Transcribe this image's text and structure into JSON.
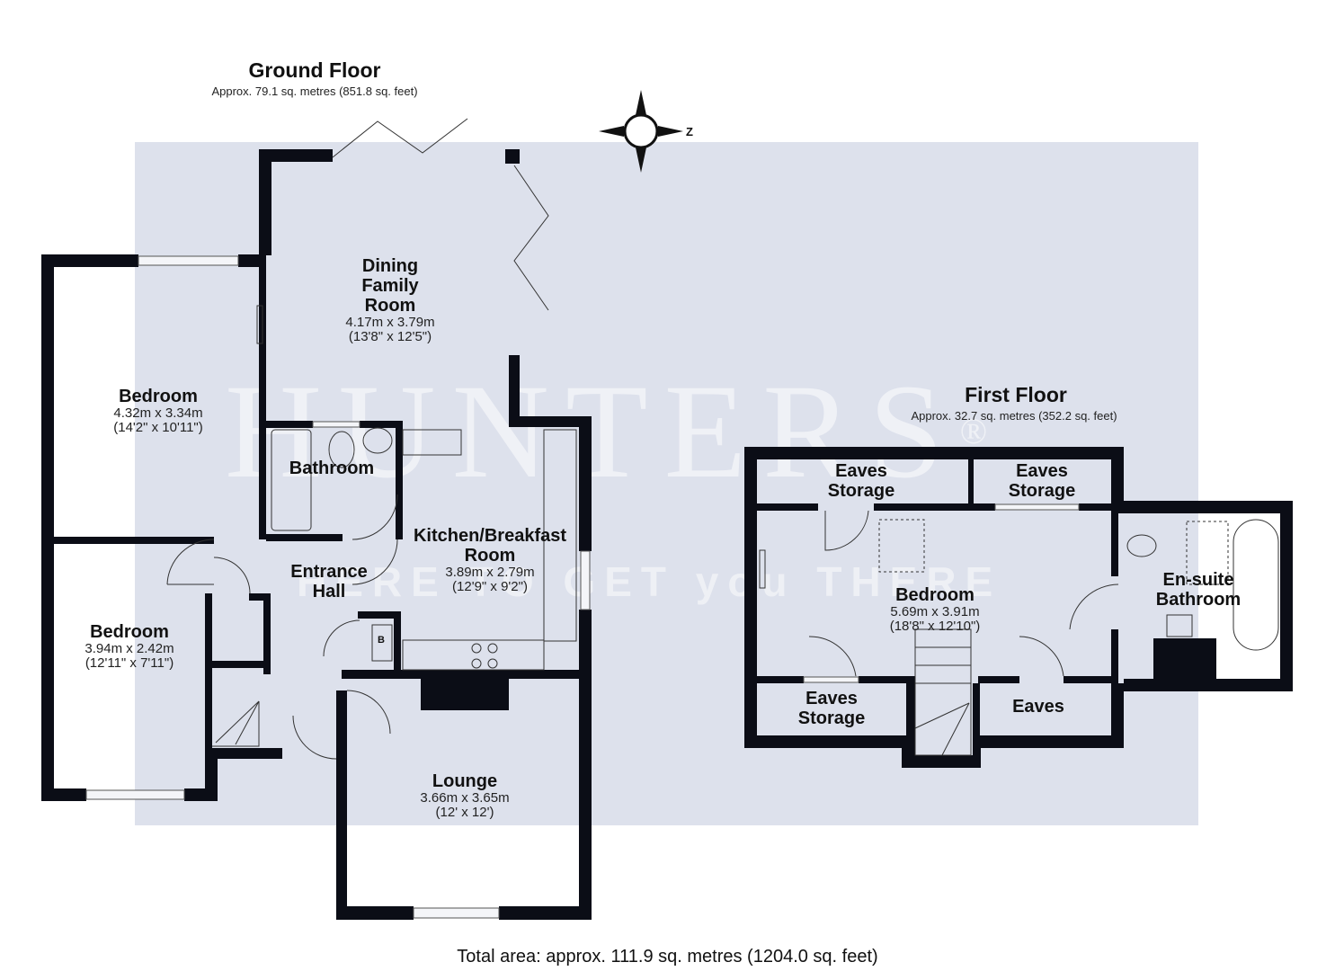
{
  "ground_floor": {
    "title": "Ground Floor",
    "area": "Approx. 79.1 sq. metres (851.8 sq. feet)",
    "rooms": [
      {
        "name": "Dining Family Room",
        "lines": [
          "Dining",
          "Family",
          "Room"
        ],
        "metric": "4.17m x 3.79m",
        "imperial": "(13'8\" x 12'5\")"
      },
      {
        "name": "Bedroom",
        "lines": [
          "Bedroom"
        ],
        "metric": "4.32m x 3.34m",
        "imperial": "(14'2\" x 10'11\")"
      },
      {
        "name": "Bathroom",
        "lines": [
          "Bathroom"
        ],
        "metric": "",
        "imperial": ""
      },
      {
        "name": "Kitchen/Breakfast Room",
        "lines": [
          "Kitchen/Breakfast",
          "Room"
        ],
        "metric": "3.89m x 2.79m",
        "imperial": "(12'9\" x 9'2\")"
      },
      {
        "name": "Entrance Hall",
        "lines": [
          "Entrance",
          "Hall"
        ],
        "metric": "",
        "imperial": ""
      },
      {
        "name": "Bedroom",
        "lines": [
          "Bedroom"
        ],
        "metric": "3.94m x 2.42m",
        "imperial": "(12'11\" x 7'11\")"
      },
      {
        "name": "Lounge",
        "lines": [
          "Lounge"
        ],
        "metric": "3.66m x 3.65m",
        "imperial": "(12' x 12')"
      }
    ],
    "boiler_label": "B"
  },
  "first_floor": {
    "title": "First Floor",
    "area": "Approx. 32.7 sq. metres (352.2 sq. feet)",
    "rooms": [
      {
        "name": "Eaves Storage",
        "lines": [
          "Eaves",
          "Storage"
        ]
      },
      {
        "name": "Eaves Storage",
        "lines": [
          "Eaves",
          "Storage"
        ]
      },
      {
        "name": "Bedroom",
        "lines": [
          "Bedroom"
        ],
        "metric": "5.69m x 3.91m",
        "imperial": "(18'8\" x 12'10\")"
      },
      {
        "name": "En-suite Bathroom",
        "lines": [
          "En-suite",
          "Bathroom"
        ]
      },
      {
        "name": "Eaves Storage",
        "lines": [
          "Eaves",
          "Storage"
        ]
      },
      {
        "name": "Eaves",
        "lines": [
          "Eaves"
        ]
      }
    ]
  },
  "compass": {
    "label": "Z",
    "icon": "compass-rose-icon"
  },
  "watermark": {
    "brand": "HUNTERS",
    "registered": "®",
    "tagline": "HERE TO GET you THERE"
  },
  "total_area": "Total area: approx. 111.9 sq. metres (1204.0 sq. feet)",
  "colors": {
    "wall": "#0b0d16",
    "panel": "#dde1ec",
    "background": "#ffffff",
    "text": "#111111"
  }
}
